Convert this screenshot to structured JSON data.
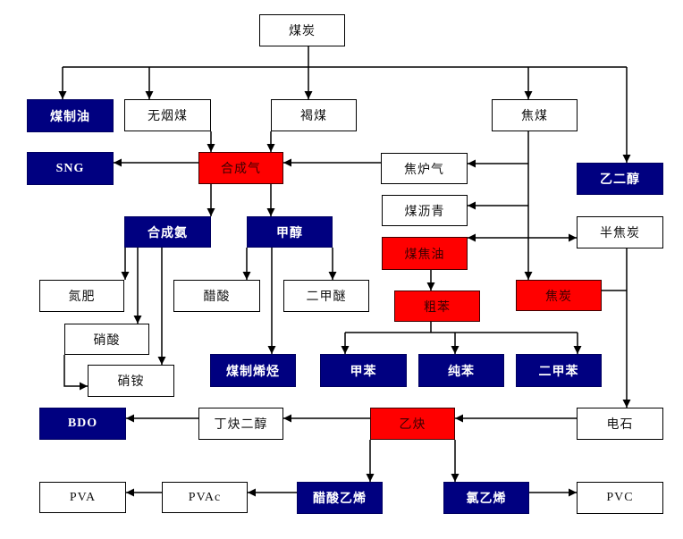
{
  "colors": {
    "plain": "#ffffff",
    "hub": "#ff0000",
    "product": "#000080",
    "line": "#000000"
  },
  "nodes": {
    "coal": {
      "label": "煤炭",
      "category": "plain"
    },
    "coal_to_oil": {
      "label": "煤制油",
      "category": "product"
    },
    "anthracite": {
      "label": "无烟煤",
      "category": "plain"
    },
    "lignite": {
      "label": "褐煤",
      "category": "plain"
    },
    "coking_coal": {
      "label": "焦煤",
      "category": "plain"
    },
    "sng": {
      "label": "SNG",
      "category": "product"
    },
    "syngas": {
      "label": "合成气",
      "category": "hub"
    },
    "coke_oven_gas": {
      "label": "焦炉气",
      "category": "plain"
    },
    "ethylene_glycol": {
      "label": "乙二醇",
      "category": "product"
    },
    "coal_pitch": {
      "label": "煤沥青",
      "category": "plain"
    },
    "synthetic_ammonia": {
      "label": "合成氨",
      "category": "product"
    },
    "methanol": {
      "label": "甲醇",
      "category": "product"
    },
    "semi_coke": {
      "label": "半焦炭",
      "category": "plain"
    },
    "coal_tar": {
      "label": "煤焦油",
      "category": "hub"
    },
    "nitrogen_fertilizer": {
      "label": "氮肥",
      "category": "plain"
    },
    "acetic_acid": {
      "label": "醋酸",
      "category": "plain"
    },
    "dimethyl_ether": {
      "label": "二甲醚",
      "category": "plain"
    },
    "coke": {
      "label": "焦炭",
      "category": "hub"
    },
    "crude_benzene": {
      "label": "粗苯",
      "category": "hub"
    },
    "nitric_acid": {
      "label": "硝酸",
      "category": "plain"
    },
    "coal_to_olefins": {
      "label": "煤制烯烃",
      "category": "product"
    },
    "toluene": {
      "label": "甲苯",
      "category": "product"
    },
    "pure_benzene": {
      "label": "纯苯",
      "category": "product"
    },
    "xylene": {
      "label": "二甲苯",
      "category": "product"
    },
    "ammonium_nitrate": {
      "label": "硝铵",
      "category": "plain"
    },
    "bdo": {
      "label": "BDO",
      "category": "product"
    },
    "butynediol": {
      "label": "丁炔二醇",
      "category": "plain"
    },
    "acetylene": {
      "label": "乙炔",
      "category": "hub"
    },
    "calcium_carbide": {
      "label": "电石",
      "category": "plain"
    },
    "pva": {
      "label": "PVA",
      "category": "plain"
    },
    "pvac": {
      "label": "PVAc",
      "category": "plain"
    },
    "vinyl_acetate": {
      "label": "醋酸乙烯",
      "category": "product"
    },
    "vinyl_chloride": {
      "label": "氯乙烯",
      "category": "product"
    },
    "pvc": {
      "label": "PVC",
      "category": "plain"
    }
  },
  "edges": [
    {
      "from": "coal",
      "to": "coal_to_oil"
    },
    {
      "from": "coal",
      "to": "anthracite"
    },
    {
      "from": "coal",
      "to": "lignite"
    },
    {
      "from": "coal",
      "to": "coking_coal"
    },
    {
      "from": "coal",
      "to": "ethylene_glycol"
    },
    {
      "from": "anthracite",
      "to": "syngas"
    },
    {
      "from": "lignite",
      "to": "syngas"
    },
    {
      "from": "syngas",
      "to": "sng"
    },
    {
      "from": "coke_oven_gas",
      "to": "syngas"
    },
    {
      "from": "syngas",
      "to": "synthetic_ammonia"
    },
    {
      "from": "syngas",
      "to": "methanol"
    },
    {
      "from": "coking_coal",
      "to": "coke_oven_gas"
    },
    {
      "from": "coking_coal",
      "to": "coal_pitch"
    },
    {
      "from": "coking_coal",
      "to": "coke"
    },
    {
      "from": "coal_tar",
      "to": "semi_coke",
      "bidirectional": true
    },
    {
      "from": "synthetic_ammonia",
      "to": "nitrogen_fertilizer"
    },
    {
      "from": "synthetic_ammonia",
      "to": "nitric_acid"
    },
    {
      "from": "synthetic_ammonia",
      "to": "ammonium_nitrate"
    },
    {
      "from": "nitric_acid",
      "to": "ammonium_nitrate"
    },
    {
      "from": "methanol",
      "to": "acetic_acid"
    },
    {
      "from": "methanol",
      "to": "coal_to_olefins"
    },
    {
      "from": "methanol",
      "to": "dimethyl_ether"
    },
    {
      "from": "coal_tar",
      "to": "crude_benzene"
    },
    {
      "from": "crude_benzene",
      "to": "toluene"
    },
    {
      "from": "crude_benzene",
      "to": "pure_benzene"
    },
    {
      "from": "crude_benzene",
      "to": "xylene"
    },
    {
      "from": "semi_coke",
      "to": "calcium_carbide"
    },
    {
      "from": "coke",
      "to": "calcium_carbide"
    },
    {
      "from": "calcium_carbide",
      "to": "acetylene"
    },
    {
      "from": "acetylene",
      "to": "butynediol"
    },
    {
      "from": "butynediol",
      "to": "bdo"
    },
    {
      "from": "acetylene",
      "to": "vinyl_acetate"
    },
    {
      "from": "acetylene",
      "to": "vinyl_chloride"
    },
    {
      "from": "vinyl_acetate",
      "to": "pvac"
    },
    {
      "from": "pvac",
      "to": "pva"
    },
    {
      "from": "vinyl_chloride",
      "to": "pvc"
    }
  ]
}
